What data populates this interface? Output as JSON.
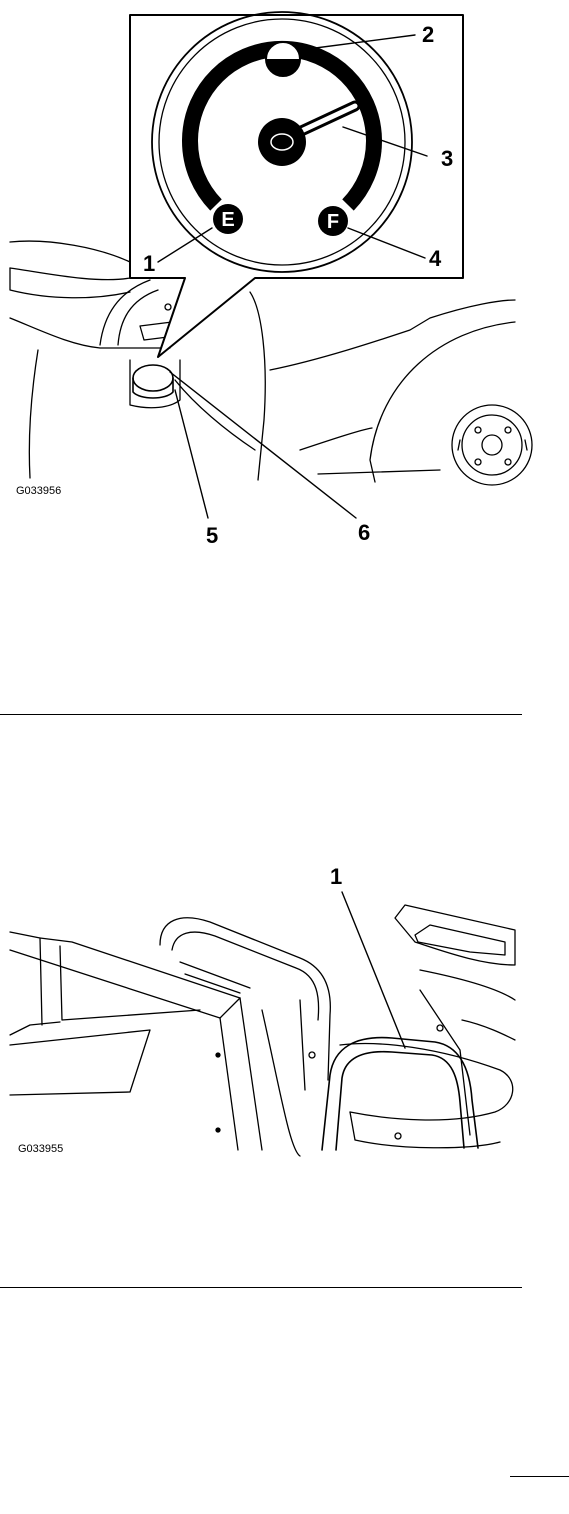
{
  "figure_fuel_gauge": {
    "code": "G033956",
    "callouts": [
      "1",
      "2",
      "3",
      "4",
      "5",
      "6"
    ],
    "gauge_labels": {
      "empty": "E",
      "full": "F"
    }
  },
  "figure_hand_rail": {
    "code": "G033955",
    "callouts": [
      "1"
    ]
  }
}
